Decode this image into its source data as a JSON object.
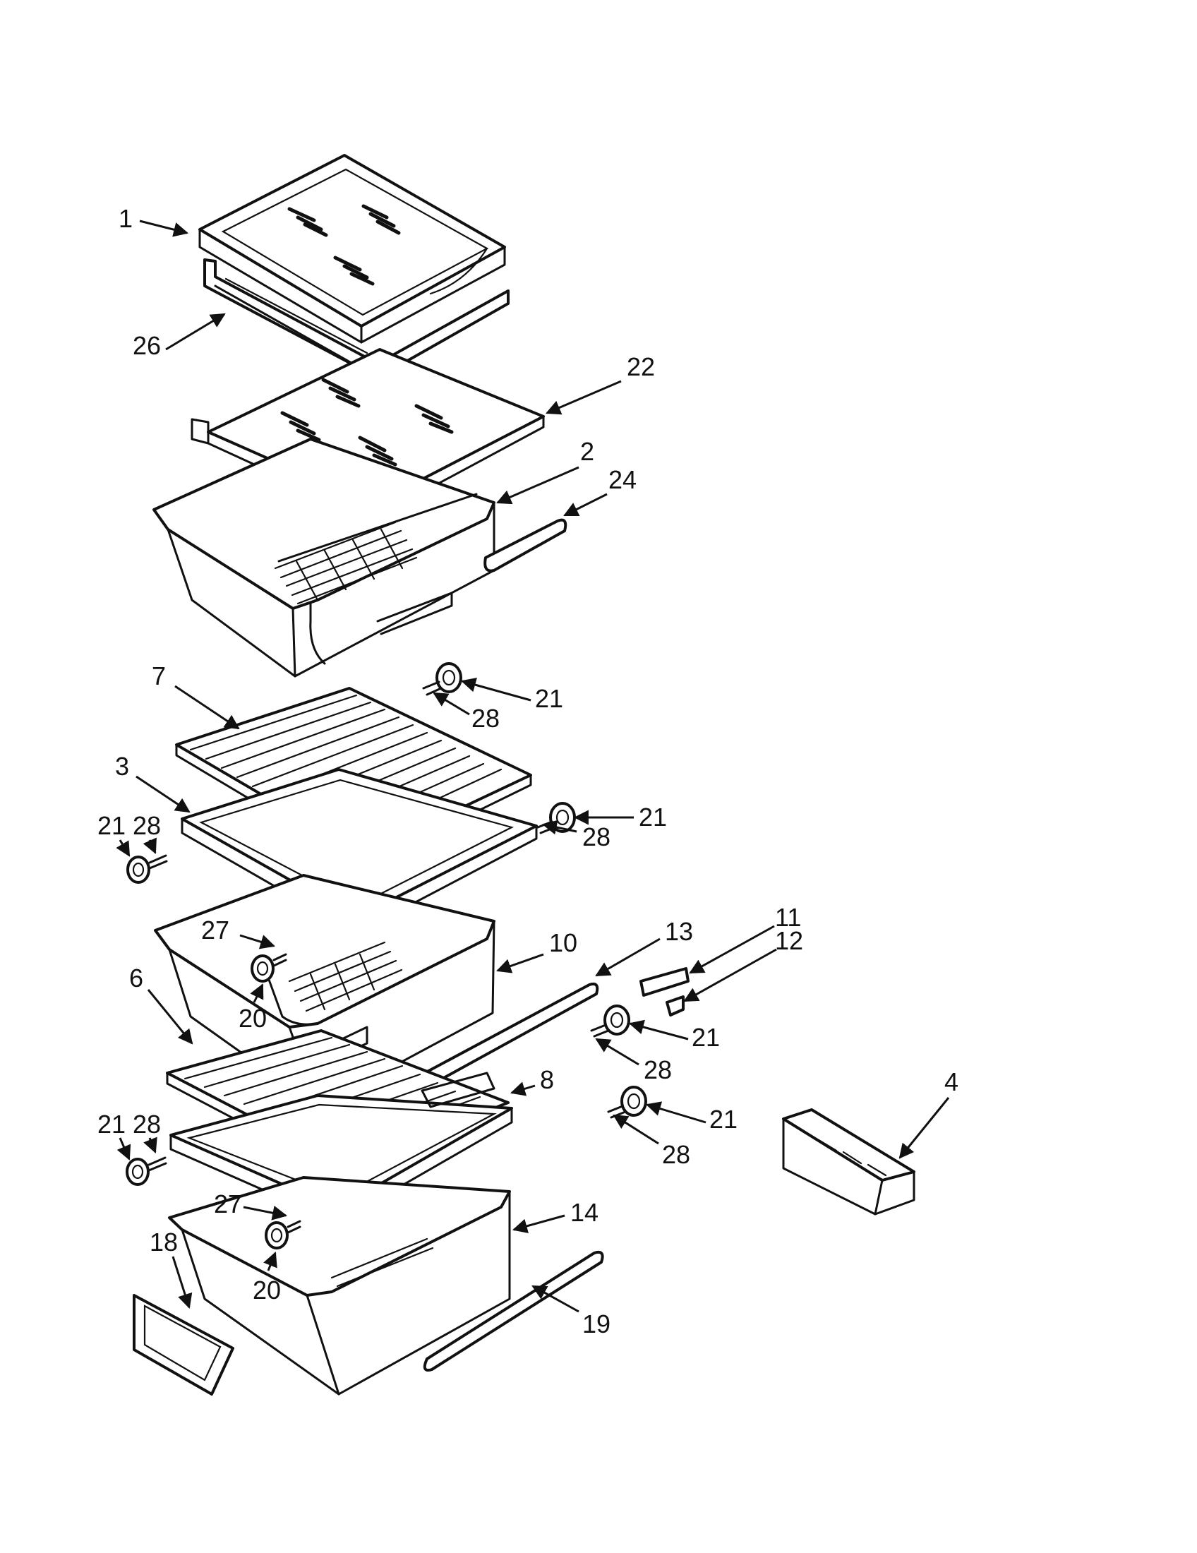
{
  "callouts": {
    "c1": "1",
    "c26": "26",
    "c22": "22",
    "c2": "2",
    "c24": "24",
    "c7": "7",
    "c21a": "21",
    "c28a": "28",
    "c3": "3",
    "c21b": "21",
    "c28b": "28",
    "c21c": "21",
    "c28c": "28",
    "c27a": "27",
    "c20a": "20",
    "c10": "10",
    "c13": "13",
    "c11": "11",
    "c12": "12",
    "c6": "6",
    "c21d": "21",
    "c28d": "28",
    "c8": "8",
    "c21e": "21",
    "c28e": "28",
    "c4": "4",
    "c21f": "21",
    "c28f": "28",
    "c27b": "27",
    "c20b": "20",
    "c14": "14",
    "c18": "18",
    "c19": "19"
  },
  "colors": {
    "ink": "#111111",
    "paper": "#ffffff"
  }
}
